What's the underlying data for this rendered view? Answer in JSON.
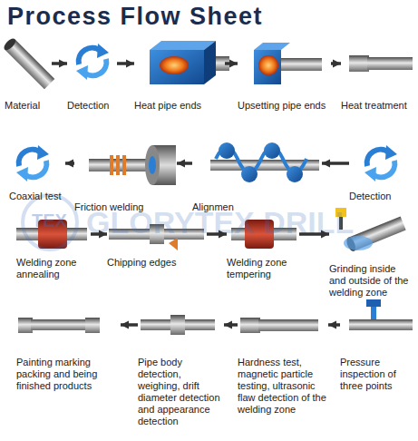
{
  "diagram": {
    "title": "Process Flow Sheet",
    "nodes": [
      {
        "text": [
          "Material"
        ]
      },
      {
        "text": [
          "Detection"
        ]
      },
      {
        "text": [
          "Heat pipe ends"
        ]
      },
      {
        "text": [
          "Upsetting pipe ends"
        ]
      },
      {
        "text": [
          "Heat treatment"
        ]
      },
      {
        "text": [
          "Detection"
        ]
      },
      {
        "text": [
          "Alignmen"
        ]
      },
      {
        "text": [
          "Friction welding"
        ]
      },
      {
        "text": [
          "Coaxial test"
        ]
      },
      {
        "text": [
          "Welding zone annealing"
        ]
      },
      {
        "text": [
          "Chipping edges"
        ]
      },
      {
        "text": [
          "Welding zone tempering"
        ]
      },
      {
        "text": [
          "Grinding inside and outside of the welding zone"
        ]
      },
      {
        "text": [
          "Pressure inspection of three points"
        ]
      },
      {
        "text": [
          "Hardness test, magnetic particle testing, ultrasonic flaw detection of the welding zone"
        ]
      },
      {
        "text": [
          "Pipe body detection, weighing, drift diameter detection and appearance detection"
        ]
      },
      {
        "text": [
          "Painting marking packing and being finished products"
        ]
      }
    ],
    "edges": [
      {
        "from": 0,
        "to": 1,
        "arrow": "to"
      },
      {
        "from": 1,
        "to": 2,
        "arrow": "to"
      },
      {
        "from": 2,
        "to": 3,
        "arrow": "to"
      },
      {
        "from": 3,
        "to": 4,
        "arrow": "to"
      },
      {
        "from": 5,
        "to": 6,
        "arrow": "to"
      },
      {
        "from": 6,
        "to": 7,
        "arrow": "to"
      },
      {
        "from": 7,
        "to": 8,
        "arrow": "to"
      },
      {
        "from": 9,
        "to": 10,
        "arrow": "to"
      },
      {
        "from": 10,
        "to": 11,
        "arrow": "to"
      },
      {
        "from": 11,
        "to": 12,
        "arrow": "to"
      },
      {
        "from": 13,
        "to": 14,
        "arrow": "to"
      },
      {
        "from": 14,
        "to": 15,
        "arrow": "to"
      },
      {
        "from": 15,
        "to": 16,
        "arrow": "to"
      }
    ],
    "labels": [
      "TEX",
      "GLORYTEX DRILL"
    ]
  }
}
